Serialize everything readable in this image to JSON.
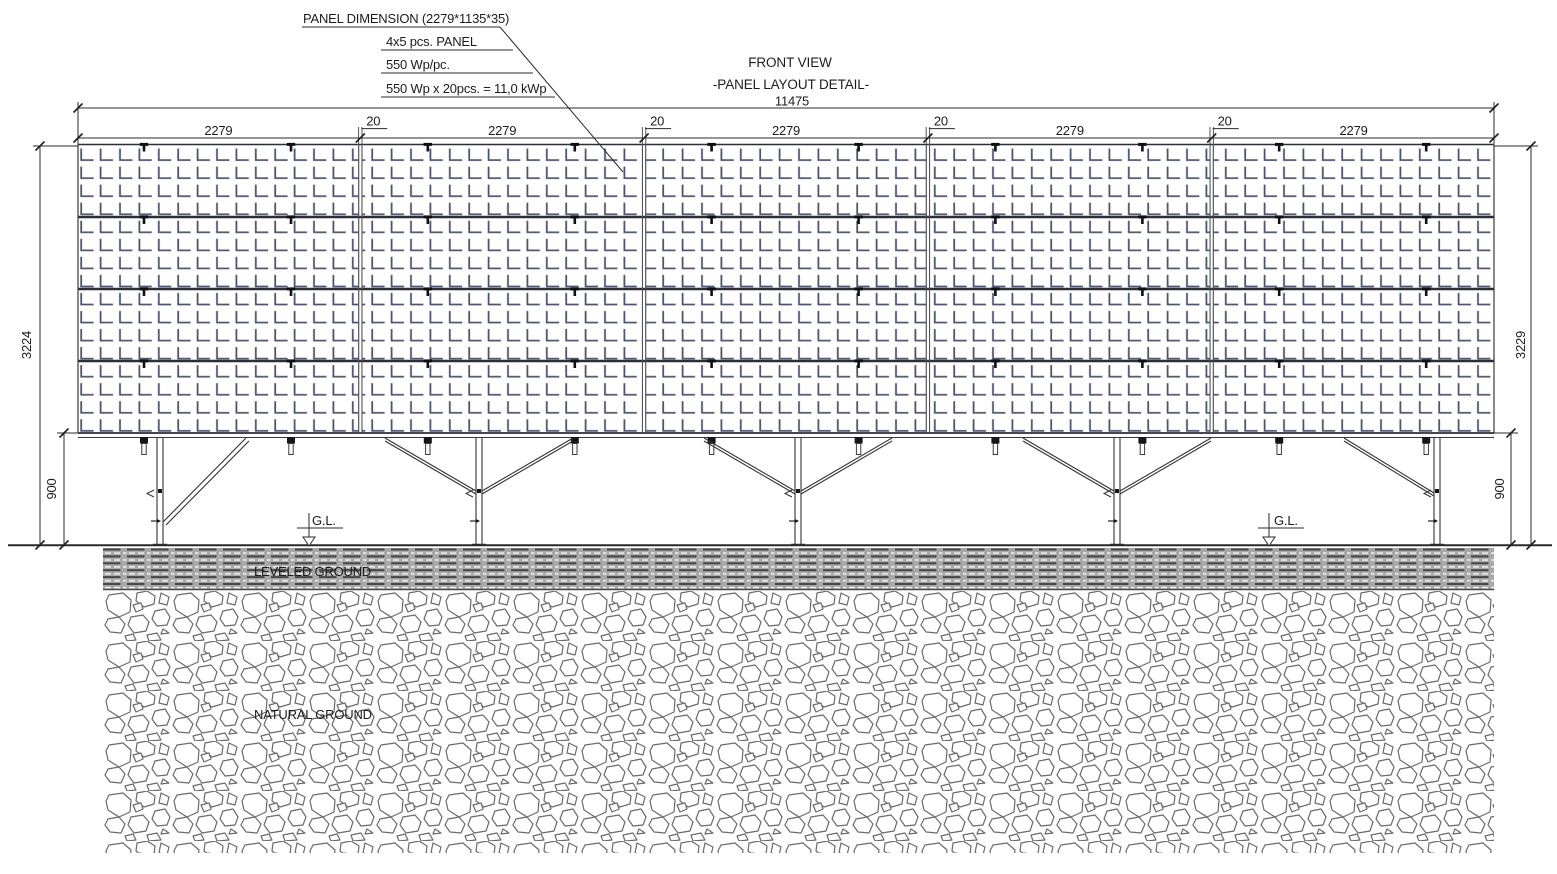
{
  "annotation": {
    "line1": "PANEL DIMENSION (2279*1135*35)",
    "line2": "4x5 pcs. PANEL",
    "line3": "550 Wp/pc.",
    "line4": "550 Wp x 20pcs. = 11,0 kWp"
  },
  "title": {
    "main": "FRONT VIEW",
    "sub": "-PANEL LAYOUT DETAIL-"
  },
  "dimensions": {
    "total_width": "11475",
    "panel_width": "2279",
    "panel_gap": "20",
    "height_left": "3224",
    "height_right": "3229",
    "ground_clearance_left": "900",
    "ground_clearance_right": "900"
  },
  "ground": {
    "level_mark": "G.L.",
    "leveled": "LEVELED GROUND",
    "natural": "NATURAL GROUND"
  },
  "panels": {
    "columns": 5,
    "rows": 4
  },
  "colors": {
    "cell_grid": "#4d546e",
    "drawing_line": "#2b2b2b",
    "row_rail": "#2c2f38",
    "ground_hatch": "#6b6b6b",
    "leveled_fill": "#a8a8a8"
  }
}
